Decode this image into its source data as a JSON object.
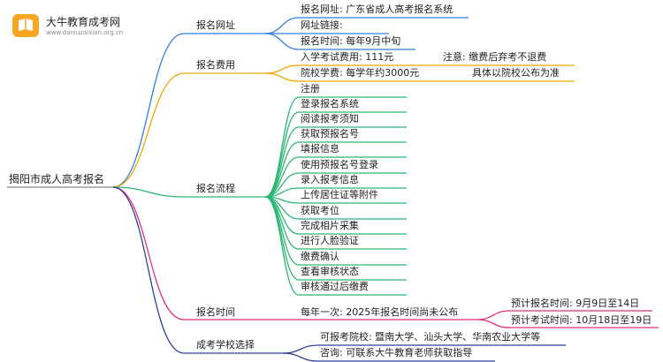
{
  "logo": {
    "title": "大牛教育成考网",
    "url": "www.daniuzaixian.org.cn",
    "icon": "book-pencil-icon"
  },
  "colors": {
    "blue": "#2f7de1",
    "orange": "#f0a500",
    "green": "#2bb673",
    "magenta": "#e0307c",
    "navy": "#2e3f9a"
  },
  "root": {
    "label": "揭阳市成人高考报名"
  },
  "branches": [
    {
      "label": "报名网址",
      "color": "blue",
      "items": [
        "报名网址: 广东省成人高考报名系统",
        "网址链接:",
        "报名时间: 每年9月中旬"
      ]
    },
    {
      "label": "报名费用",
      "color": "orange",
      "items": [
        {
          "text": "入学考试费用: 111元",
          "note": "注意: 缴费后弃考不退费"
        },
        {
          "text": "院校学费: 每学年约3000元",
          "note": "具体以院校公布为准"
        }
      ]
    },
    {
      "label": "报名流程",
      "color": "green",
      "items": [
        "注册",
        "登录报名系统",
        "阅读报考须知",
        "获取预报名号",
        "填报信息",
        "使用预报名号登录",
        "录入报考信息",
        "上传居住证等附件",
        "获取考位",
        "完成相片采集",
        "进行人脸验证",
        "缴费确认",
        "查看审核状态",
        "审核通过后缴费"
      ]
    },
    {
      "label": "报名时间",
      "color": "magenta",
      "items": [
        {
          "text": "每年一次: 2025年报名时间尚未公布",
          "children": [
            "预计报名时间: 9月9日至14日",
            "预计考试时间: 10月18日至19日"
          ]
        }
      ]
    },
    {
      "label": "成考学校选择",
      "color": "navy",
      "items": [
        "可报考院校: 暨南大学、汕头大学、华南农业大学等",
        "咨询: 可联系大牛教育老师获取指导"
      ]
    }
  ]
}
